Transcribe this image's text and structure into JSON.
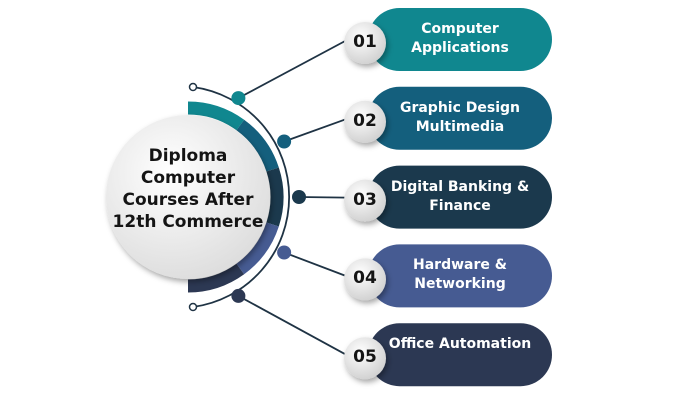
{
  "center": {
    "title": "Diploma Computer Courses After 12th Commerce"
  },
  "items": [
    {
      "number": "01",
      "label": "Computer Applications",
      "color": "#10878f"
    },
    {
      "number": "02",
      "label": "Graphic Design Multimedia",
      "color": "#145f7d"
    },
    {
      "number": "03",
      "label": "Digital Banking & Finance",
      "color": "#1b394d"
    },
    {
      "number": "04",
      "label": "Hardware & Networking",
      "color": "#465b92"
    },
    {
      "number": "05",
      "label": "Office Automation",
      "color": "#2c3853"
    }
  ],
  "connector_color": "#1f3344"
}
